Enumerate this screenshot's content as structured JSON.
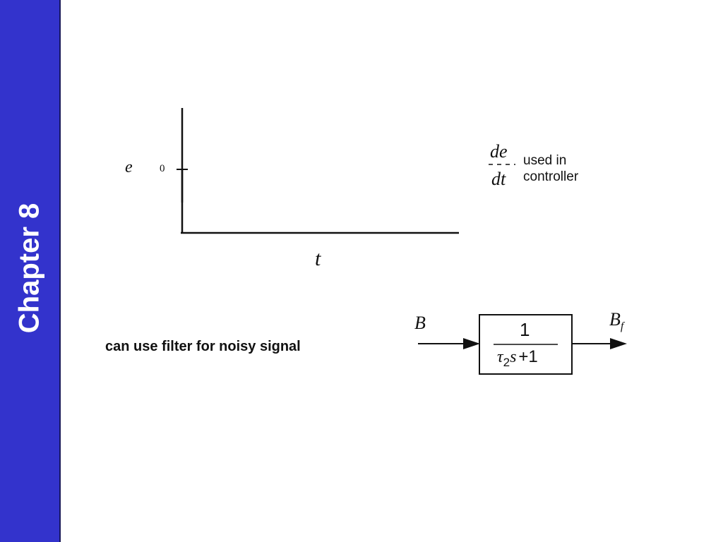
{
  "theme": {
    "sidebar_color": "#3333cc",
    "ink_color": "#111111"
  },
  "sidebar": {
    "title": "Chapter 8"
  },
  "plot": {
    "y_axis_label": "e",
    "y_tick_label": "0",
    "x_axis_label": "t"
  },
  "derivative_note": {
    "numerator": "de",
    "denominator": "dt",
    "line1": "used in",
    "line2": "controller"
  },
  "filter_note": {
    "text": "can use filter for noisy signal"
  },
  "block_diagram": {
    "input_label": "B",
    "output_label_base": "B",
    "output_label_subscript": "f",
    "transfer_numerator": "1",
    "transfer_tau": "τ",
    "transfer_tau_sub": "2",
    "transfer_s": "s",
    "transfer_plus_one": "+1"
  }
}
